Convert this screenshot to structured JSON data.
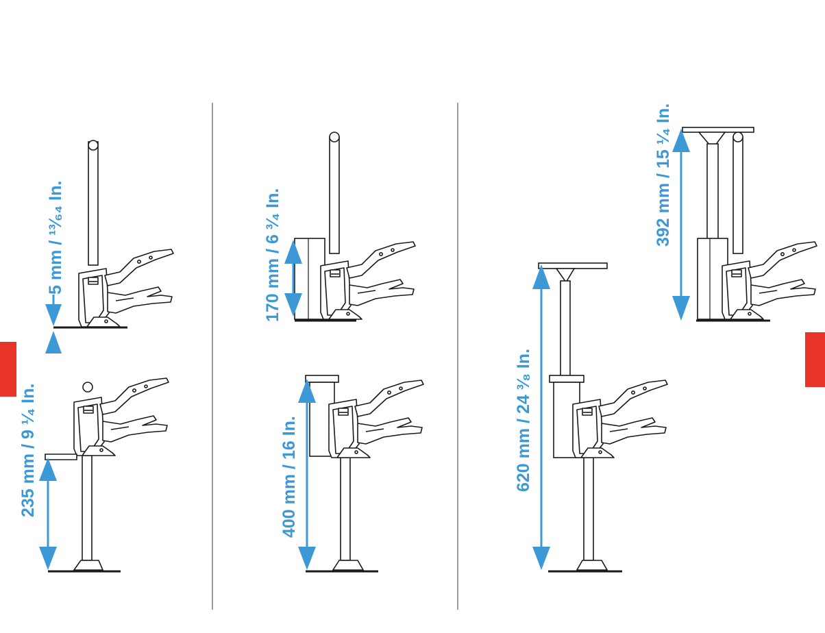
{
  "colors": {
    "accent": "#3c99d6",
    "marker": "#e8332a",
    "line": "#1a1a1a",
    "divider": "#9a9a9a"
  },
  "dimensions": {
    "gap_min": "5 mm / ¹³⁄₆₄ In.",
    "min_height": "235 mm / 9 ¹⁄₄ In.",
    "lift_range": "170 mm / 6 ³⁄₄ In.",
    "mid_height": "400 mm / 16 In.",
    "max_height": "620 mm / 24 ³⁄₈ In.",
    "extension_range": "392 mm / 15 ¹⁄₄ In."
  },
  "icons": [
    "lifter-icon",
    "double-arrow-icon",
    "side-marker-icon"
  ]
}
